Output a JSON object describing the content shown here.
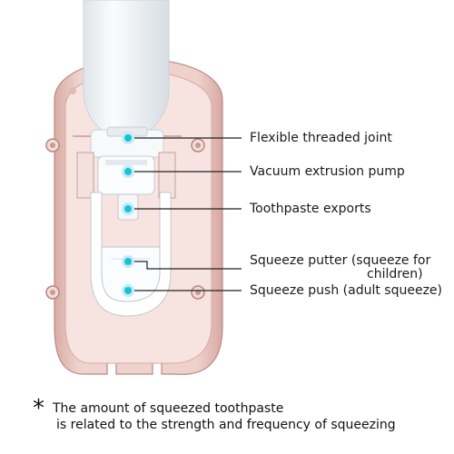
{
  "colors": {
    "shell": "#f1d5d0",
    "shell_outline": "#c59892",
    "shell_inner": "#f6e1dd",
    "dot": "#25c3d9",
    "line": "#222222",
    "tube": "#f4f7f9"
  },
  "callouts": [
    {
      "id": "flexible-threaded-joint",
      "text": "Flexible threaded joint"
    },
    {
      "id": "vacuum-extrusion-pump",
      "text": "Vacuum extrusion pump"
    },
    {
      "id": "toothpaste-exports",
      "text": "Toothpaste exports"
    },
    {
      "id": "squeeze-putter",
      "text": "Squeeze putter (squeeze for",
      "continuation": "children)"
    },
    {
      "id": "squeeze-push",
      "text": "Squeeze push (adult squeeze)"
    }
  ],
  "footnote": {
    "star": "*",
    "line1": "The amount of squeezed toothpaste",
    "line2": "is related to the strength and frequency of squeezing"
  }
}
